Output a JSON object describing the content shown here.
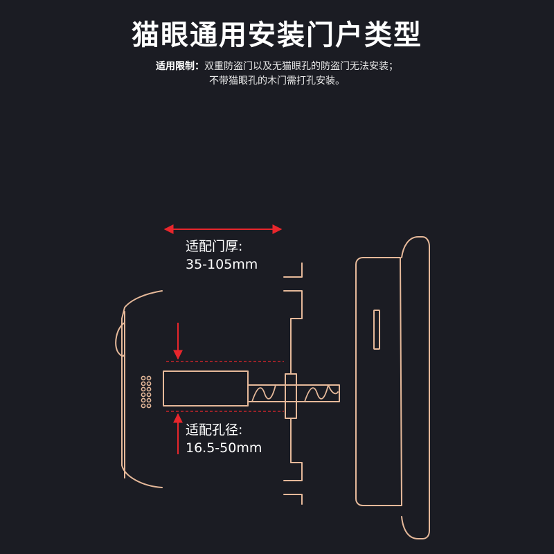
{
  "title": "猫眼通用安装门户类型",
  "note": {
    "label": "适用限制：",
    "line1": "双重防盗门以及无猫眼孔的防盗门无法安装；",
    "line2": "不带猫眼孔的木门需打孔安装。"
  },
  "thickness": {
    "label": "适配门厚:",
    "value": "35-105mm"
  },
  "hole": {
    "label": "适配孔径:",
    "value": "16.5-50mm"
  },
  "colors": {
    "background": "#1b1c23",
    "outline": "#e6b99a",
    "arrow": "#e8262c"
  }
}
